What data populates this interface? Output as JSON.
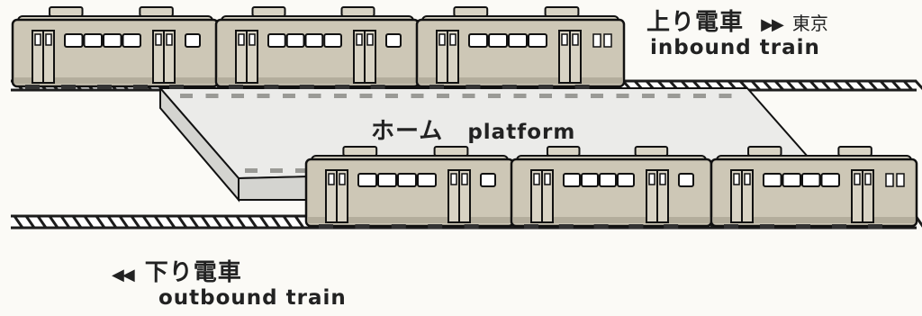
{
  "inbound": {
    "label_jp": "上り電車",
    "arrow": "▶▶",
    "destination": "東京",
    "label_en": "inbound train"
  },
  "platform": {
    "label_jp": "ホーム",
    "label_en": "platform"
  },
  "outbound": {
    "arrow": "◀◀",
    "label_jp": "下り電車",
    "label_en": "outbound train"
  },
  "colors": {
    "train_body": "#cdc7b6",
    "train_roof": "#d9d4c5",
    "platform": "#ebebe9",
    "rail": "#1c1c1c",
    "outline": "#111111",
    "background": "#fbfaf6"
  }
}
